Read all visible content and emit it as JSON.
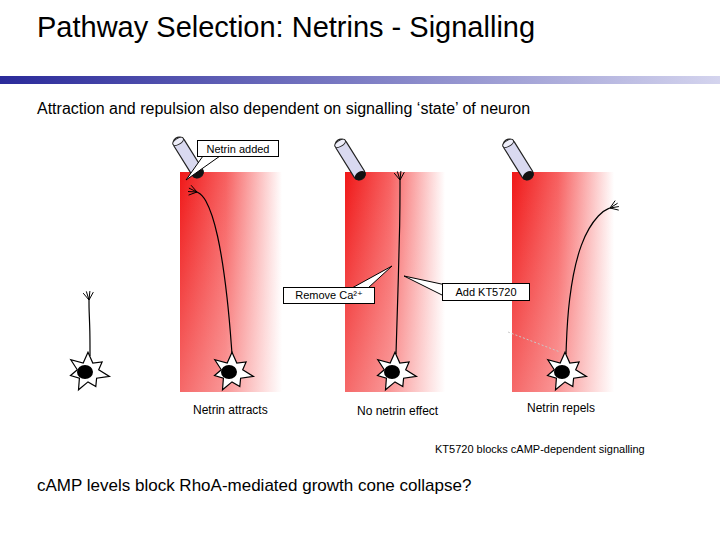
{
  "diagram": {
    "title": "Pathway Selection: Netrins - Signalling",
    "caption": "cAMP levels block RhoA-mediated growth cone collapse?",
    "nodes": [
      {
        "text": [
          "Netrin added"
        ]
      },
      {
        "text": [
          "Remove Ca²⁺"
        ]
      },
      {
        "text": [
          "Add KT5720"
        ]
      }
    ],
    "labels": [
      "Attraction and repulsion also dependent on signalling ‘state’ of neuron",
      "Netrin attracts",
      "No netrin effect",
      "Netrin repels",
      "KT5720 blocks cAMP-dependent signalling"
    ]
  }
}
